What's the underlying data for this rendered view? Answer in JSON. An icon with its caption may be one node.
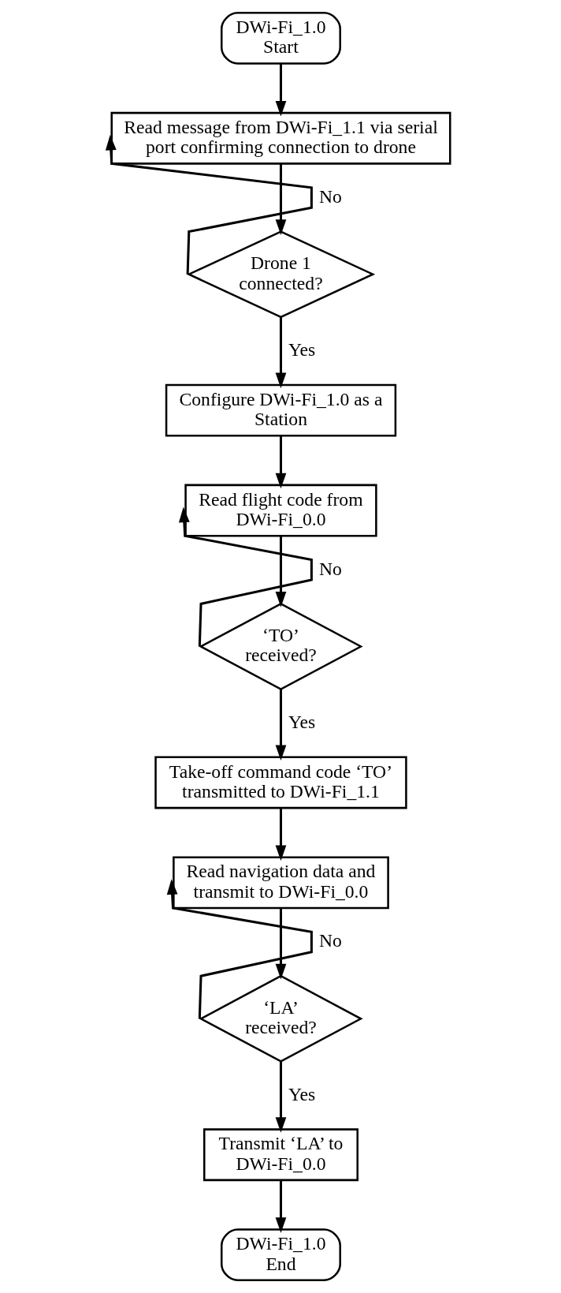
{
  "diagram": {
    "nodes": [
      {
        "text": [
          "DWi-Fi_1.0 Start"
        ]
      },
      {
        "text": [
          "Read message from DWi-Fi_1.1 via serial port confirming connection to drone"
        ]
      },
      {
        "text": [
          "Drone 1 connected?"
        ]
      },
      {
        "text": [
          "Configure DWi-Fi_1.0 as a Station"
        ]
      },
      {
        "text": [
          "Read flight code from DWi-Fi_0.0"
        ]
      },
      {
        "text": [
          "‘TO’ received?"
        ]
      },
      {
        "text": [
          "Take-off command code ‘TO’ transmitted to DWi-Fi_1.1"
        ]
      },
      {
        "text": [
          "Read navigation data and transmit to DWi-Fi_0.0"
        ]
      },
      {
        "text": [
          "‘LA’ received?"
        ]
      },
      {
        "text": [
          "Transmit ‘LA’ to DWi-Fi_0.0"
        ]
      },
      {
        "text": [
          "DWi-Fi_1.0 End"
        ]
      }
    ],
    "edges": [
      {
        "from": 0,
        "to": 1,
        "arrow": "to"
      },
      {
        "from": 1,
        "to": 2,
        "arrow": "to"
      },
      {
        "from": 2,
        "to": 1,
        "arrow": "to",
        "label": "No"
      },
      {
        "from": 2,
        "to": 3,
        "arrow": "to",
        "label": "Yes"
      },
      {
        "from": 3,
        "to": 4,
        "arrow": "to"
      },
      {
        "from": 4,
        "to": 5,
        "arrow": "to"
      },
      {
        "from": 5,
        "to": 4,
        "arrow": "to",
        "label": "No"
      },
      {
        "from": 5,
        "to": 6,
        "arrow": "to",
        "label": "Yes"
      },
      {
        "from": 6,
        "to": 7,
        "arrow": "to"
      },
      {
        "from": 7,
        "to": 8,
        "arrow": "to"
      },
      {
        "from": 8,
        "to": 7,
        "arrow": "to",
        "label": "No"
      },
      {
        "from": 8,
        "to": 9,
        "arrow": "to",
        "label": "Yes"
      },
      {
        "from": 9,
        "to": 10,
        "arrow": "to"
      }
    ]
  }
}
